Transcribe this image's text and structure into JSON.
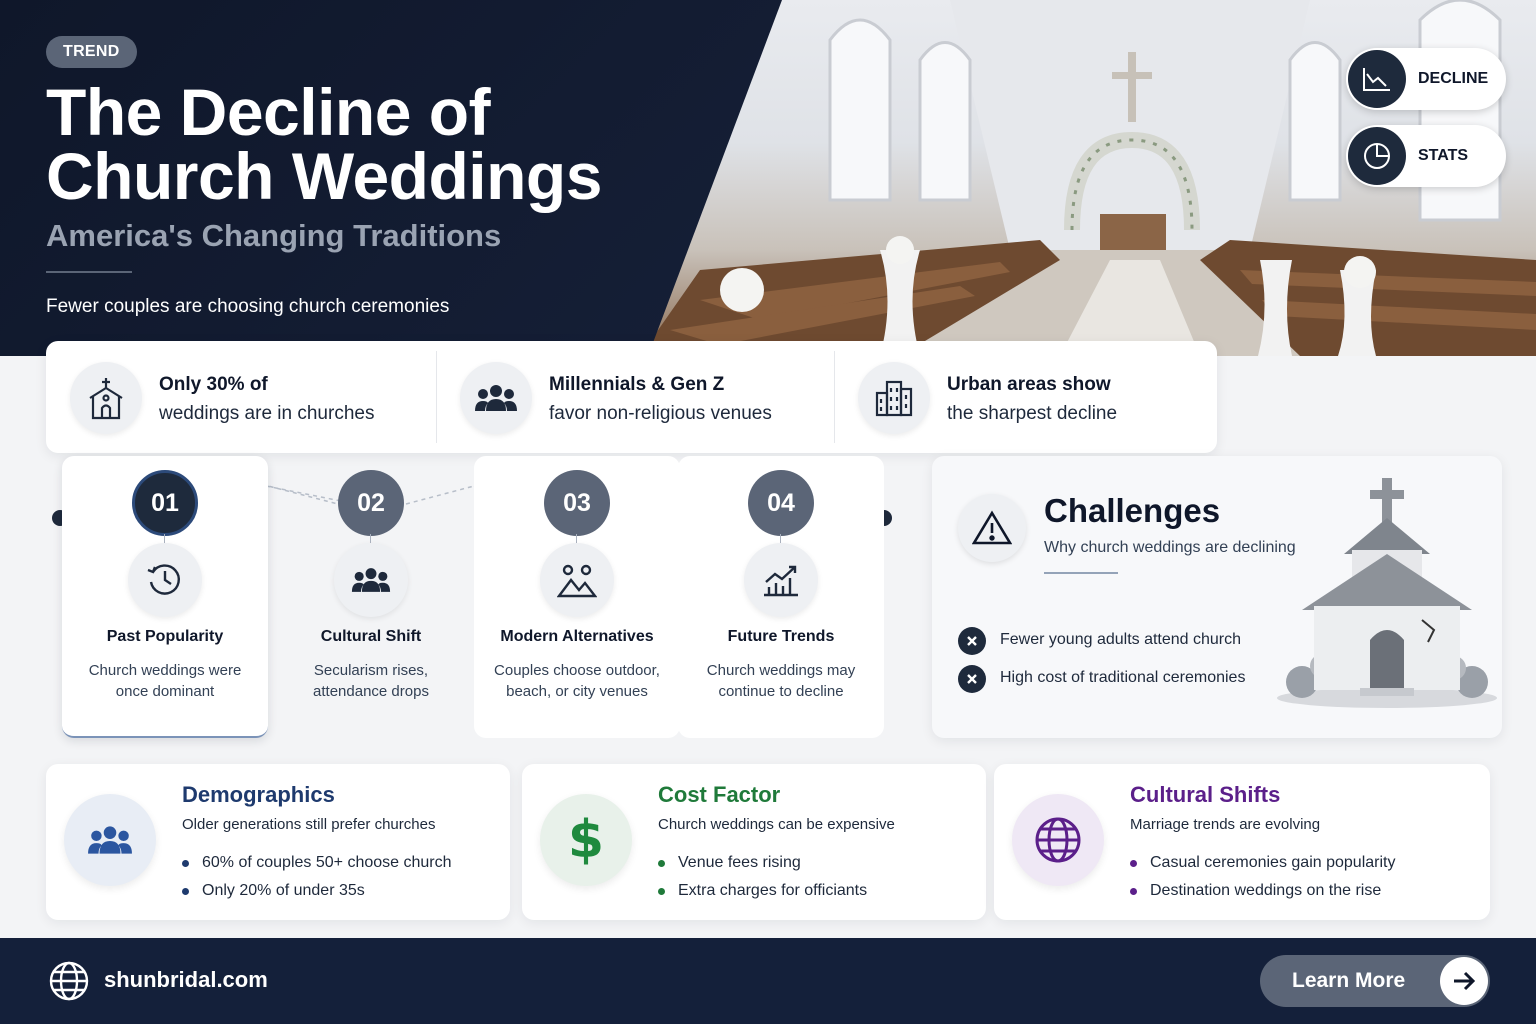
{
  "hero": {
    "pill": "TREND",
    "title": "The Decline of Church Weddings",
    "subtitle": "America's Changing Traditions",
    "tagline": "Fewer couples are choosing church ceremonies",
    "badges": [
      {
        "label": "DECLINE",
        "icon": "line-chart-icon"
      },
      {
        "label": "STATS",
        "icon": "pie-chart-icon"
      }
    ]
  },
  "stats": [
    {
      "line1": "Only 30% of",
      "line2": "weddings are in churches",
      "icon": "church-icon"
    },
    {
      "line1": "Millennials & Gen Z",
      "line2": "favor non-religious venues",
      "icon": "group-icon"
    },
    {
      "line1": "Urban areas show",
      "line2": "the sharpest decline",
      "icon": "city-buildings-icon"
    }
  ],
  "timeline": [
    {
      "num": "01",
      "title": "Past Popularity",
      "desc": "Church weddings were once dominant",
      "icon": "history-clock-icon"
    },
    {
      "num": "02",
      "title": "Cultural Shift",
      "desc": "Secularism rises, attendance drops",
      "icon": "group-icon"
    },
    {
      "num": "03",
      "title": "Modern Alternatives",
      "desc": "Couples choose outdoor, beach, or city venues",
      "icon": "landscape-icon"
    },
    {
      "num": "04",
      "title": "Future Trends",
      "desc": "Church weddings may continue to decline",
      "icon": "trend-chart-icon"
    }
  ],
  "challenges": {
    "title": "Challenges",
    "subtitle": "Why church weddings are declining",
    "items": [
      "Fewer young adults attend church",
      "High cost of traditional ceremonies"
    ]
  },
  "cards": [
    {
      "title": "Demographics",
      "subtitle": "Older generations still prefer churches",
      "color": "#1e3a6e",
      "bg": "#e8edf5",
      "icon": "people-icon",
      "bullets": [
        "60% of couples 50+ choose church",
        "Only 20% of under 35s"
      ]
    },
    {
      "title": "Cost Factor",
      "subtitle": "Church weddings can be expensive",
      "color": "#1f7a3a",
      "bg": "#e8f1ea",
      "icon": "dollar-icon",
      "bullets": [
        "Venue fees rising",
        "Extra charges for officiants"
      ]
    },
    {
      "title": "Cultural Shifts",
      "subtitle": "Marriage trends are evolving",
      "color": "#5b1f8a",
      "bg": "#efe8f5",
      "icon": "globe-icon",
      "bullets": [
        "Casual ceremonies gain popularity",
        "Destination weddings on the rise"
      ]
    }
  ],
  "footer": {
    "site": "shunbridal.com",
    "cta": "Learn More"
  }
}
